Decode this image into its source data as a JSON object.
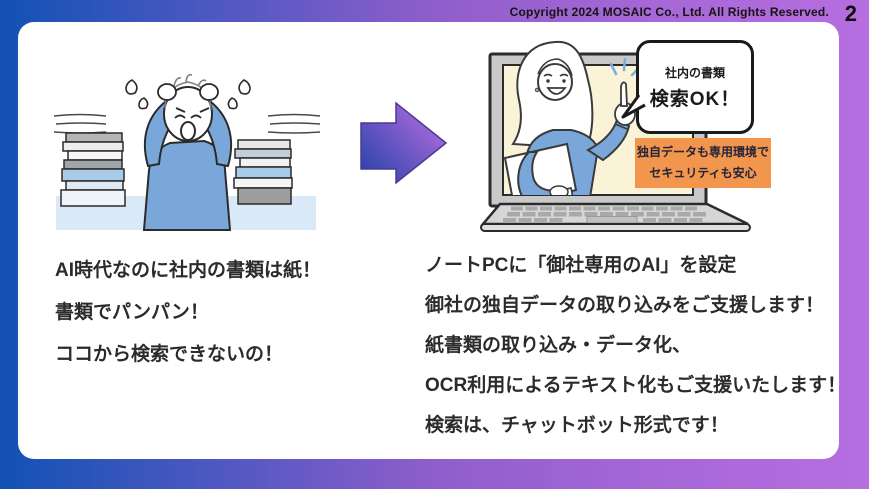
{
  "slide": {
    "copyright": "Copyright 2024 MOSAIC Co., Ltd. All Rights Reserved.",
    "page_number": "2"
  },
  "problem": {
    "lines": [
      "AI時代なのに社内の書類は紙！",
      "書類でパンパン！",
      "ココから検索できないの！"
    ]
  },
  "solution": {
    "bubble": {
      "line1": "社内の書類",
      "line2": "検索OK！"
    },
    "badge": {
      "line1": "独自データも専用環境で",
      "line2": "セキュリティも安心"
    },
    "lines": [
      "ノートPCに「御社専用のAI」を設定",
      "御社の独自データの取り込みをご支援します！",
      "紙書類の取り込み・データ化、",
      "OCR利用によるテキスト化もご支援いたします！",
      "検索は、チャットボット形式です！"
    ]
  },
  "icons": {
    "arrow": "right-block-arrow",
    "left_illustration": "stressed-worker-with-paper-stacks",
    "right_illustration": "laptop-ai-assistant-woman"
  },
  "colors": {
    "gradient_left": "#1252b4",
    "gradient_right": "#b66ee0",
    "badge_orange": "#f2954d",
    "text_dark": "#2b2b2b",
    "illustration_blue": "#7aa7d9",
    "table_blue": "#d9e9f8",
    "screen_cream": "#faf3d8"
  }
}
